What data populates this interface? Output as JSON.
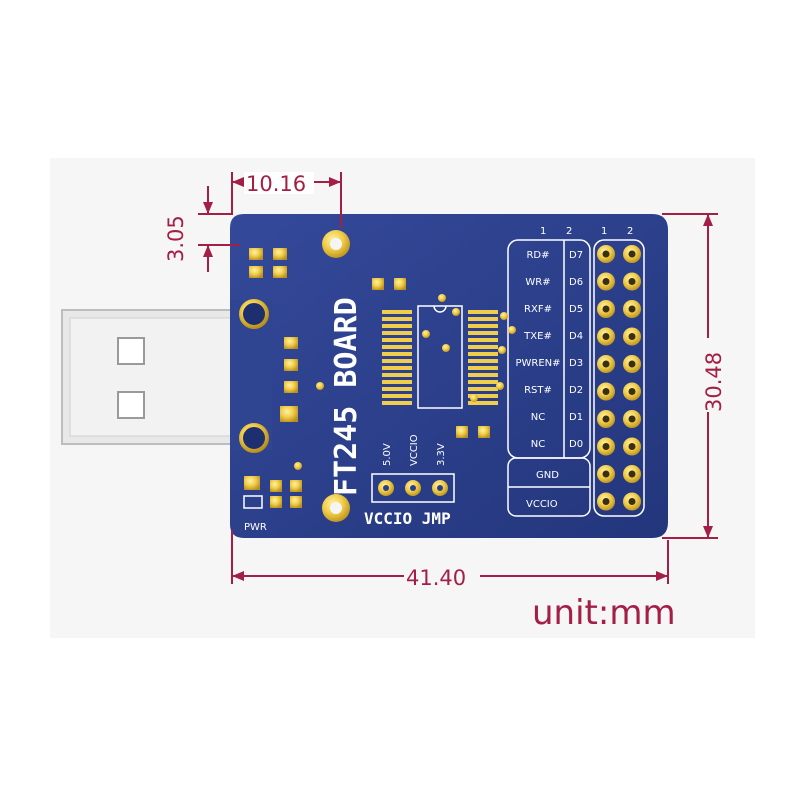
{
  "dimensions": {
    "top_width": "10.16",
    "top_offset": "3.05",
    "height": "30.48",
    "width": "41.40"
  },
  "unit_label": "unit:mm",
  "board": {
    "name": "FT245 BOARD",
    "pwr_label": "PWR",
    "jumper_label": "VCCIO JMP",
    "jumper_options": [
      "5.0V",
      "VCCIO",
      "3.3V"
    ],
    "header_col_labels_left": [
      "1",
      "2"
    ],
    "header_col_labels_right": [
      "1",
      "2"
    ],
    "signal_labels": [
      "RD#",
      "WR#",
      "RXF#",
      "TXE#",
      "PWREN#",
      "RST#",
      "NC",
      "NC"
    ],
    "data_labels": [
      "D7",
      "D6",
      "D5",
      "D4",
      "D3",
      "D2",
      "D1",
      "D0"
    ],
    "gnd_label": "GND",
    "vccio_label": "VCCIO"
  },
  "colors": {
    "pcb": "#2a3f8a",
    "gold": "#e9c63e",
    "dimension": "#a31f45"
  }
}
